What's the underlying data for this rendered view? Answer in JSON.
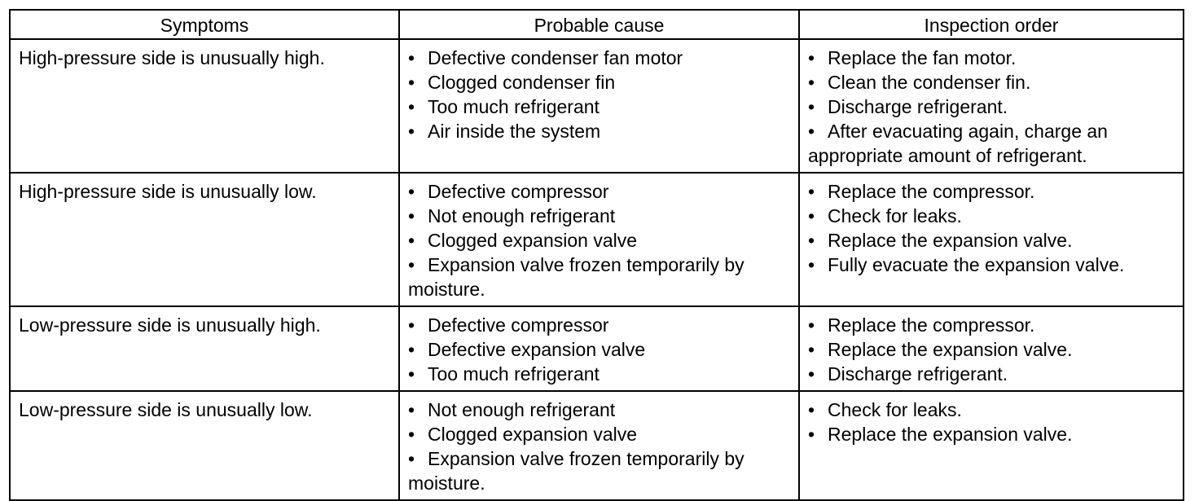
{
  "table": {
    "headers": [
      "Symptoms",
      "Probable cause",
      "Inspection order"
    ],
    "rows": [
      {
        "symptom": "High-pressure side is unusually high.",
        "causes": [
          "Defective condenser fan motor",
          "Clogged condenser fin",
          "Too much refrigerant",
          "Air inside the system"
        ],
        "inspections": [
          "Replace the fan motor.",
          "Clean the condenser fin.",
          "Discharge refrigerant.",
          "After evacuating again, charge an appropriate amount of refrigerant."
        ]
      },
      {
        "symptom": "High-pressure side is unusually low.",
        "causes": [
          "Defective compressor",
          "Not enough refrigerant",
          "Clogged expansion valve",
          "Expansion valve frozen temporarily by moisture."
        ],
        "inspections": [
          "Replace the compressor.",
          "Check for leaks.",
          "Replace the expansion valve.",
          "Fully evacuate the expansion valve."
        ]
      },
      {
        "symptom": "Low-pressure side is unusually high.",
        "causes": [
          "Defective compressor",
          "Defective expansion valve",
          "Too much refrigerant"
        ],
        "inspections": [
          "Replace the compressor.",
          "Replace the expansion valve.",
          "Discharge refrigerant."
        ]
      },
      {
        "symptom": "Low-pressure side is unusually low.",
        "causes": [
          "Not enough refrigerant",
          "Clogged expansion valve",
          "Expansion valve frozen temporarily by moisture."
        ],
        "inspections": [
          "Check for leaks.",
          "Replace the expansion valve."
        ]
      }
    ]
  }
}
